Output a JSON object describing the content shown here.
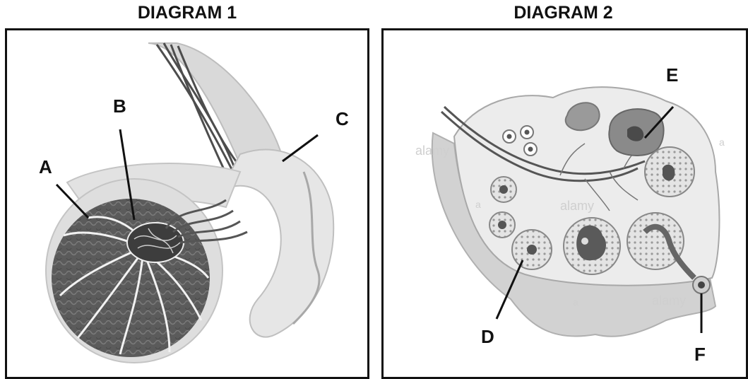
{
  "titles": {
    "diagram1": "DIAGRAM 1",
    "diagram2": "DIAGRAM 2"
  },
  "labels": {
    "A": "A",
    "B": "B",
    "C": "C",
    "D": "D",
    "E": "E",
    "F": "F"
  },
  "watermarks": {
    "w1": "alamy",
    "w2": "alamy",
    "w3": "alamy",
    "w4": "a",
    "w5": "a",
    "w6": "a"
  }
}
